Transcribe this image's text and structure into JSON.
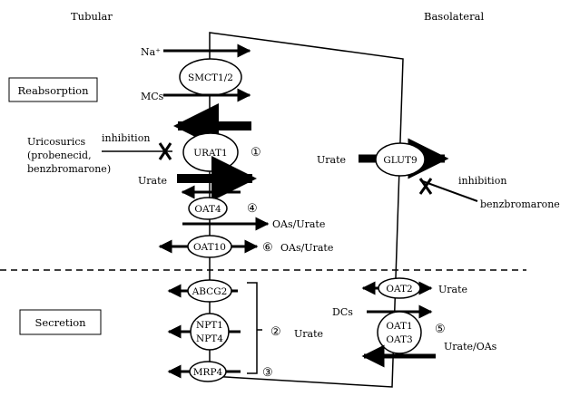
{
  "headers": {
    "tubular": "Tubular",
    "basolateral": "Basolateral"
  },
  "boxes": {
    "reabsorption": "Reabsorption",
    "secretion": "Secretion"
  },
  "labels": {
    "na": "Na⁺",
    "mcs": "MCs",
    "inhibition_left": "inhibition",
    "uricosurics_1": "Uricosurics",
    "uricosurics_2": "(probenecid,",
    "uricosurics_3": "benzbromarone)",
    "urate_left": "Urate",
    "oas_urate_oat4": "OAs/Urate",
    "oas_urate_oat10": "OAs/Urate",
    "urate_glut9": "Urate",
    "inhibition_right": "inhibition",
    "benzbromarone": "benzbromarone",
    "urate_oat2": "Urate",
    "dcs": "DCs",
    "urate_oas": "Urate/OAs",
    "urate_bracket": "Urate"
  },
  "transporters": {
    "smct": "SMCT1/2",
    "urat1": "URAT1",
    "oat4": "OAT4",
    "oat10": "OAT10",
    "abcg2": "ABCG2",
    "npt1": "NPT1",
    "npt4": "NPT4",
    "mrp4": "MRP4",
    "glut9": "GLUT9",
    "oat2": "OAT2",
    "oat1": "OAT1",
    "oat3": "OAT3"
  },
  "numbers": {
    "n1": "①",
    "n2": "②",
    "n3": "③",
    "n4": "④",
    "n5": "⑤",
    "n6": "⑥"
  }
}
